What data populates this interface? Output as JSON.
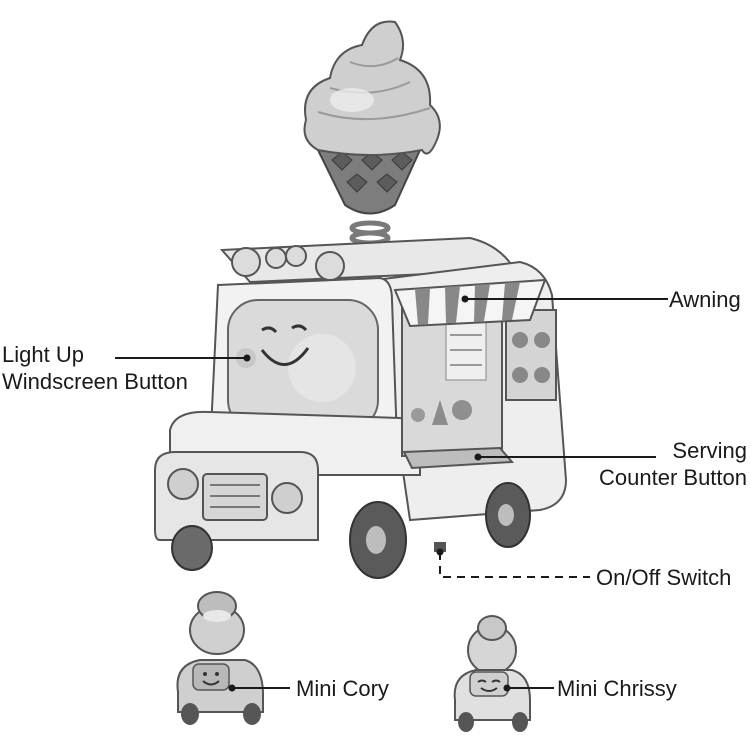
{
  "labels": {
    "awning": "Awning",
    "windscreen_button": [
      "Light Up",
      "Windscreen Button"
    ],
    "serving_counter_button": [
      "Serving",
      "Counter Button"
    ],
    "on_off_switch": "On/Off Switch",
    "mini_cory": "Mini Cory",
    "mini_chrissy": "Mini Chrissy"
  }
}
